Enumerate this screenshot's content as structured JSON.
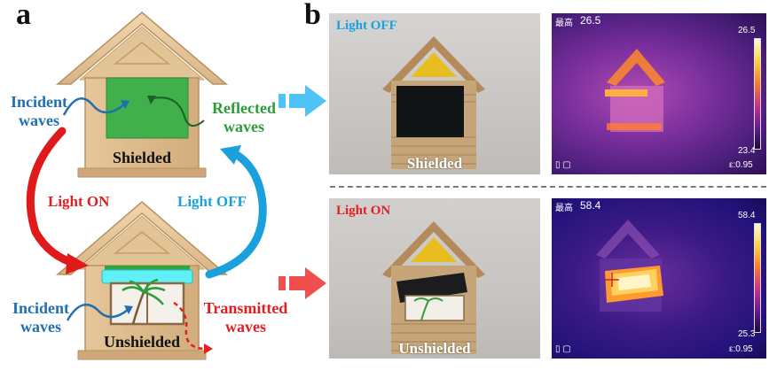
{
  "panel_a": {
    "label": "a",
    "top_house": {
      "incident_label_line1": "Incident",
      "incident_label_line2": "waves",
      "reflected_label_line1": "Reflected",
      "reflected_label_line2": "waves",
      "state_label": "Shielded"
    },
    "bottom_house": {
      "incident_label_line1": "Incident",
      "incident_label_line2": "waves",
      "transmitted_label_line1": "Transmitted",
      "transmitted_label_line2": "waves",
      "state_label": "Unshielded"
    },
    "light_on_label": "Light ON",
    "light_off_label": "Light OFF"
  },
  "panel_b": {
    "label": "b",
    "top_photo": {
      "corner_label": "Light OFF",
      "caption": "Shielded"
    },
    "bottom_photo": {
      "corner_label": "Light ON",
      "caption": "Unshielded"
    },
    "top_thermal": {
      "header_label": "最高",
      "max_readout": "26.5",
      "scale_max": "26.5",
      "scale_min": "23.4",
      "emissivity": "ε:0.95"
    },
    "bottom_thermal": {
      "header_label": "最高",
      "max_readout": "58.4",
      "scale_max": "58.4",
      "scale_min": "25.3",
      "emissivity": "ε:0.95"
    }
  },
  "colors": {
    "incident_blue": "#1f6fb2",
    "reflected_green": "#2e9b3a",
    "transmitted_red": "#e02020",
    "light_on_red": "#e02020",
    "light_off_blue": "#1aa0dc",
    "arrow_blue": "#4fc3f7",
    "arrow_red": "#f0504d"
  }
}
